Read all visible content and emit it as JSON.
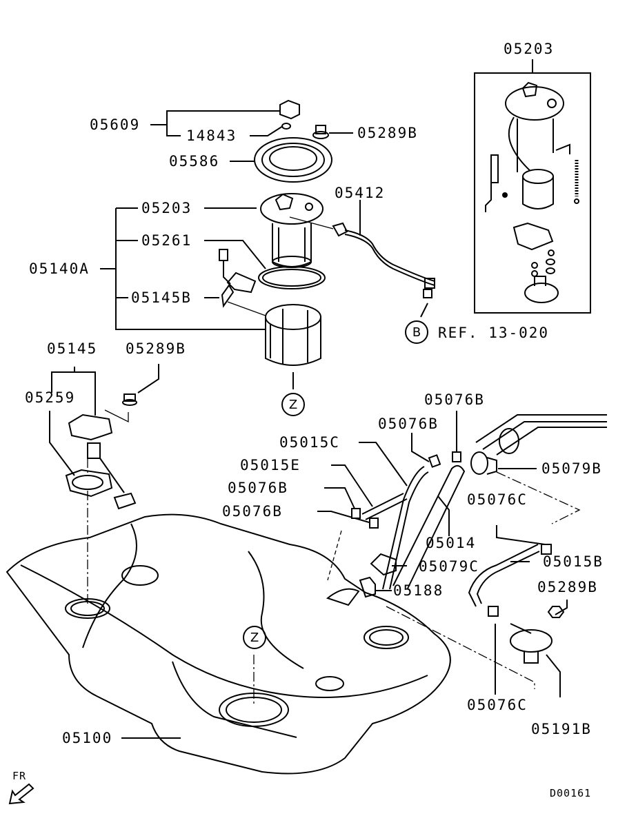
{
  "diagram": {
    "type": "exploded-parts-diagram",
    "subject": "Fuel tank assembly",
    "drawing_id": "D00161",
    "direction_indicator": "FR",
    "reference_text": "REF. 13-020",
    "callout_circles": {
      "b": "B",
      "z_top": "Z",
      "z_tank": "Z"
    },
    "parts": {
      "p05609": "05609",
      "p14843": "14843",
      "p05289B_top": "05289B",
      "p05586": "05586",
      "p05203": "05203",
      "p05261": "05261",
      "p05140A": "05140A",
      "p05145B": "05145B",
      "p05412": "05412",
      "p05203_detail": "05203",
      "p05145": "05145",
      "p05289B_left": "05289B",
      "p05259": "05259",
      "p05076B_a": "05076B",
      "p05076B_b": "05076B",
      "p05015C": "05015C",
      "p05015E": "05015E",
      "p05076B_c": "05076B",
      "p05076B_d": "05076B",
      "p05079B": "05079B",
      "p05076C_a": "05076C",
      "p05014": "05014",
      "p05079C": "05079C",
      "p05015B": "05015B",
      "p05188": "05188",
      "p05289B_right": "05289B",
      "p05076C_b": "05076C",
      "p05191B": "05191B",
      "p05100": "05100"
    }
  }
}
